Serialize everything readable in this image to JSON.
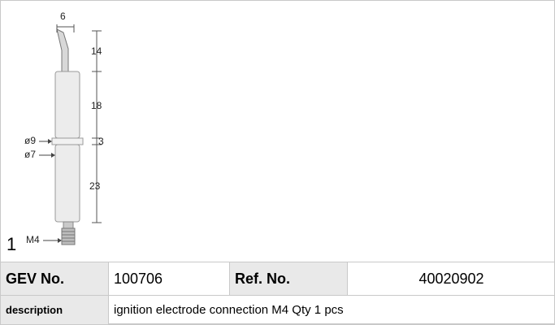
{
  "figure": {
    "number": "1",
    "dimensions": {
      "wire_width": "6",
      "wire_length": "14",
      "upper_body": "18",
      "collar": "3",
      "lower_body": "23",
      "diameter_collar": "ø9",
      "diameter_body": "ø7",
      "thread": "M4"
    }
  },
  "table": {
    "gev_label": "GEV No.",
    "gev_value": "100706",
    "ref_label": "Ref. No.",
    "ref_value": "40020902",
    "description_label": "description",
    "description_value": "ignition electrode  connection M4 Qty 1 pcs"
  }
}
